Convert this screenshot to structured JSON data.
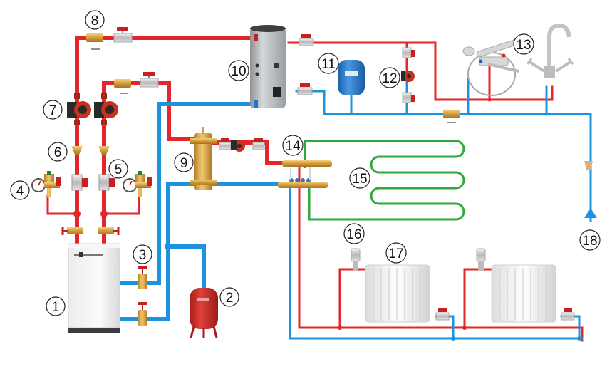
{
  "diagram": {
    "title": "Heating and hot water system schematic",
    "colors": {
      "supply_hot": "#e3262b",
      "return_cold": "#1e93dd",
      "underfloor": "#2eaa3c",
      "brass": "#d8a64a",
      "pump_red": "#c6321f",
      "tank_red": "#d8322c",
      "tank_blue": "#2f7fd0"
    },
    "components": [
      {
        "id": "1",
        "label": "1",
        "name": "Boiler"
      },
      {
        "id": "2",
        "label": "2",
        "name": "Expansion tank (heating)"
      },
      {
        "id": "3",
        "label": "3",
        "name": "Shut-off valves"
      },
      {
        "id": "4",
        "label": "4",
        "name": "Safety group"
      },
      {
        "id": "5",
        "label": "5",
        "name": "Ball valves"
      },
      {
        "id": "6",
        "label": "6",
        "name": "Strainer filter"
      },
      {
        "id": "7",
        "label": "7",
        "name": "Circulation pumps"
      },
      {
        "id": "8",
        "label": "8",
        "name": "Check valves"
      },
      {
        "id": "9",
        "label": "9",
        "name": "Hydraulic separator"
      },
      {
        "id": "10",
        "label": "10",
        "name": "Indirect water heater"
      },
      {
        "id": "11",
        "label": "11",
        "name": "Expansion tank (DHW)"
      },
      {
        "id": "12",
        "label": "12",
        "name": "Recirculation pump"
      },
      {
        "id": "13",
        "label": "13",
        "name": "Faucets"
      },
      {
        "id": "14",
        "label": "14",
        "name": "Manifold"
      },
      {
        "id": "15",
        "label": "15",
        "name": "Underfloor heating loop"
      },
      {
        "id": "16",
        "label": "16",
        "name": "Thermostatic valve"
      },
      {
        "id": "17",
        "label": "17",
        "name": "Radiators"
      },
      {
        "id": "18",
        "label": "18",
        "name": "Cold water inlet"
      }
    ]
  }
}
